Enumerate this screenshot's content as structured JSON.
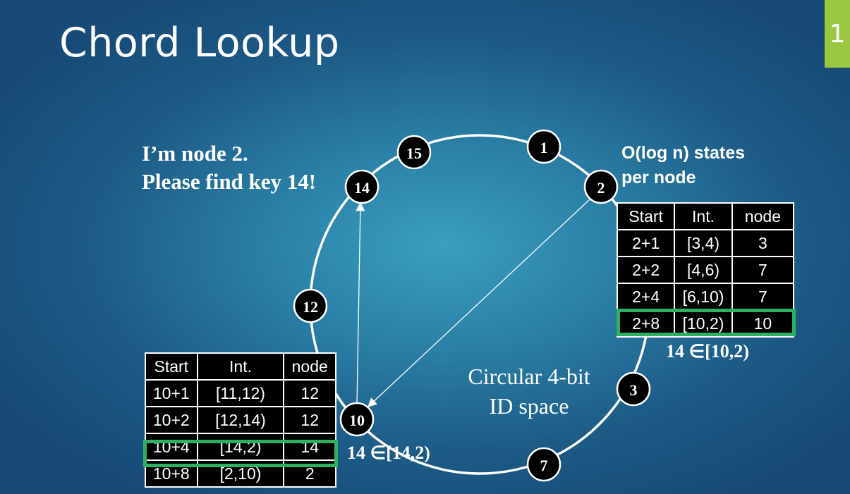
{
  "slide": {
    "title": "Chord Lookup",
    "number": "1",
    "accent_color": "#9bc840",
    "highlight_color": "#2eb062"
  },
  "notes": {
    "request_line1": "I’m node 2.",
    "request_line2": "Please find key 14!",
    "states_line1": "O(log n) states",
    "states_line2": "per node",
    "space_line1": "Circular 4-bit",
    "space_line2": "ID space"
  },
  "ring_nodes": [
    {
      "id": "n15",
      "label": "15"
    },
    {
      "id": "n1",
      "label": "1"
    },
    {
      "id": "n14",
      "label": "14"
    },
    {
      "id": "n2",
      "label": "2"
    },
    {
      "id": "n12",
      "label": "12"
    },
    {
      "id": "n3",
      "label": "3"
    },
    {
      "id": "n10",
      "label": "10"
    },
    {
      "id": "n7",
      "label": "7"
    }
  ],
  "table_node2": {
    "headers": [
      "Start",
      "Int.",
      "node"
    ],
    "rows": [
      [
        "2+1",
        "[3,4)",
        "3"
      ],
      [
        "2+2",
        "[4,6)",
        "7"
      ],
      [
        "2+4",
        "[6,10)",
        "7"
      ],
      [
        "2+8",
        "[10,2)",
        "10"
      ]
    ],
    "membership": "14 ∈[10,2)"
  },
  "table_node10": {
    "headers": [
      "Start",
      "Int.",
      "node"
    ],
    "rows": [
      [
        "10+1",
        "[11,12)",
        "12"
      ],
      [
        "10+2",
        "[12,14)",
        "12"
      ],
      [
        "10+4",
        "[14,2)",
        "14"
      ],
      [
        "10+8",
        "[2,10)",
        "2"
      ]
    ],
    "membership": "14 ∈[14,2)"
  }
}
